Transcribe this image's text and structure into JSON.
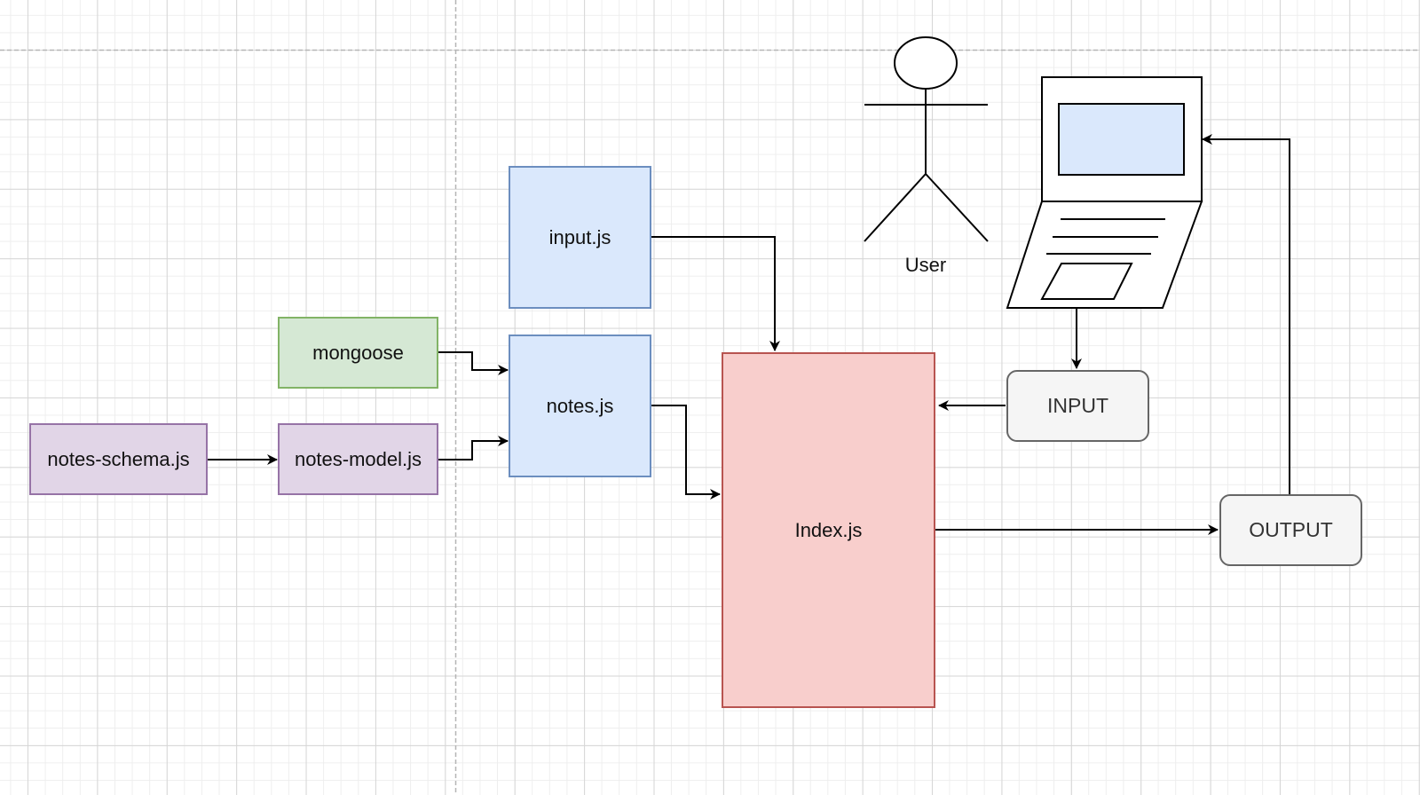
{
  "diagram": {
    "nodes": {
      "notes_schema": "notes-schema.js",
      "notes_model": "notes-model.js",
      "mongoose": "mongoose",
      "input_js": "input.js",
      "notes_js": "notes.js",
      "index_js": "Index.js",
      "input_box": "INPUT",
      "output_box": "OUTPUT"
    },
    "user_label": "User",
    "edges": [
      {
        "from": "notes-schema.js",
        "to": "notes-model.js"
      },
      {
        "from": "notes-model.js",
        "to": "notes.js"
      },
      {
        "from": "mongoose",
        "to": "notes.js"
      },
      {
        "from": "input.js",
        "to": "Index.js"
      },
      {
        "from": "notes.js",
        "to": "Index.js"
      },
      {
        "from": "laptop",
        "to": "INPUT"
      },
      {
        "from": "INPUT",
        "to": "Index.js"
      },
      {
        "from": "Index.js",
        "to": "OUTPUT"
      },
      {
        "from": "OUTPUT",
        "to": "laptop"
      }
    ],
    "colors": {
      "purple_fill": "#e1d5e7",
      "green_fill": "#d5e8d4",
      "blue_fill": "#dae8fc",
      "red_fill": "#f8cecc",
      "grey_fill": "#f5f5f5",
      "screen_fill": "#dae8fc"
    },
    "icons": [
      "user-actor-icon",
      "laptop-icon"
    ]
  }
}
